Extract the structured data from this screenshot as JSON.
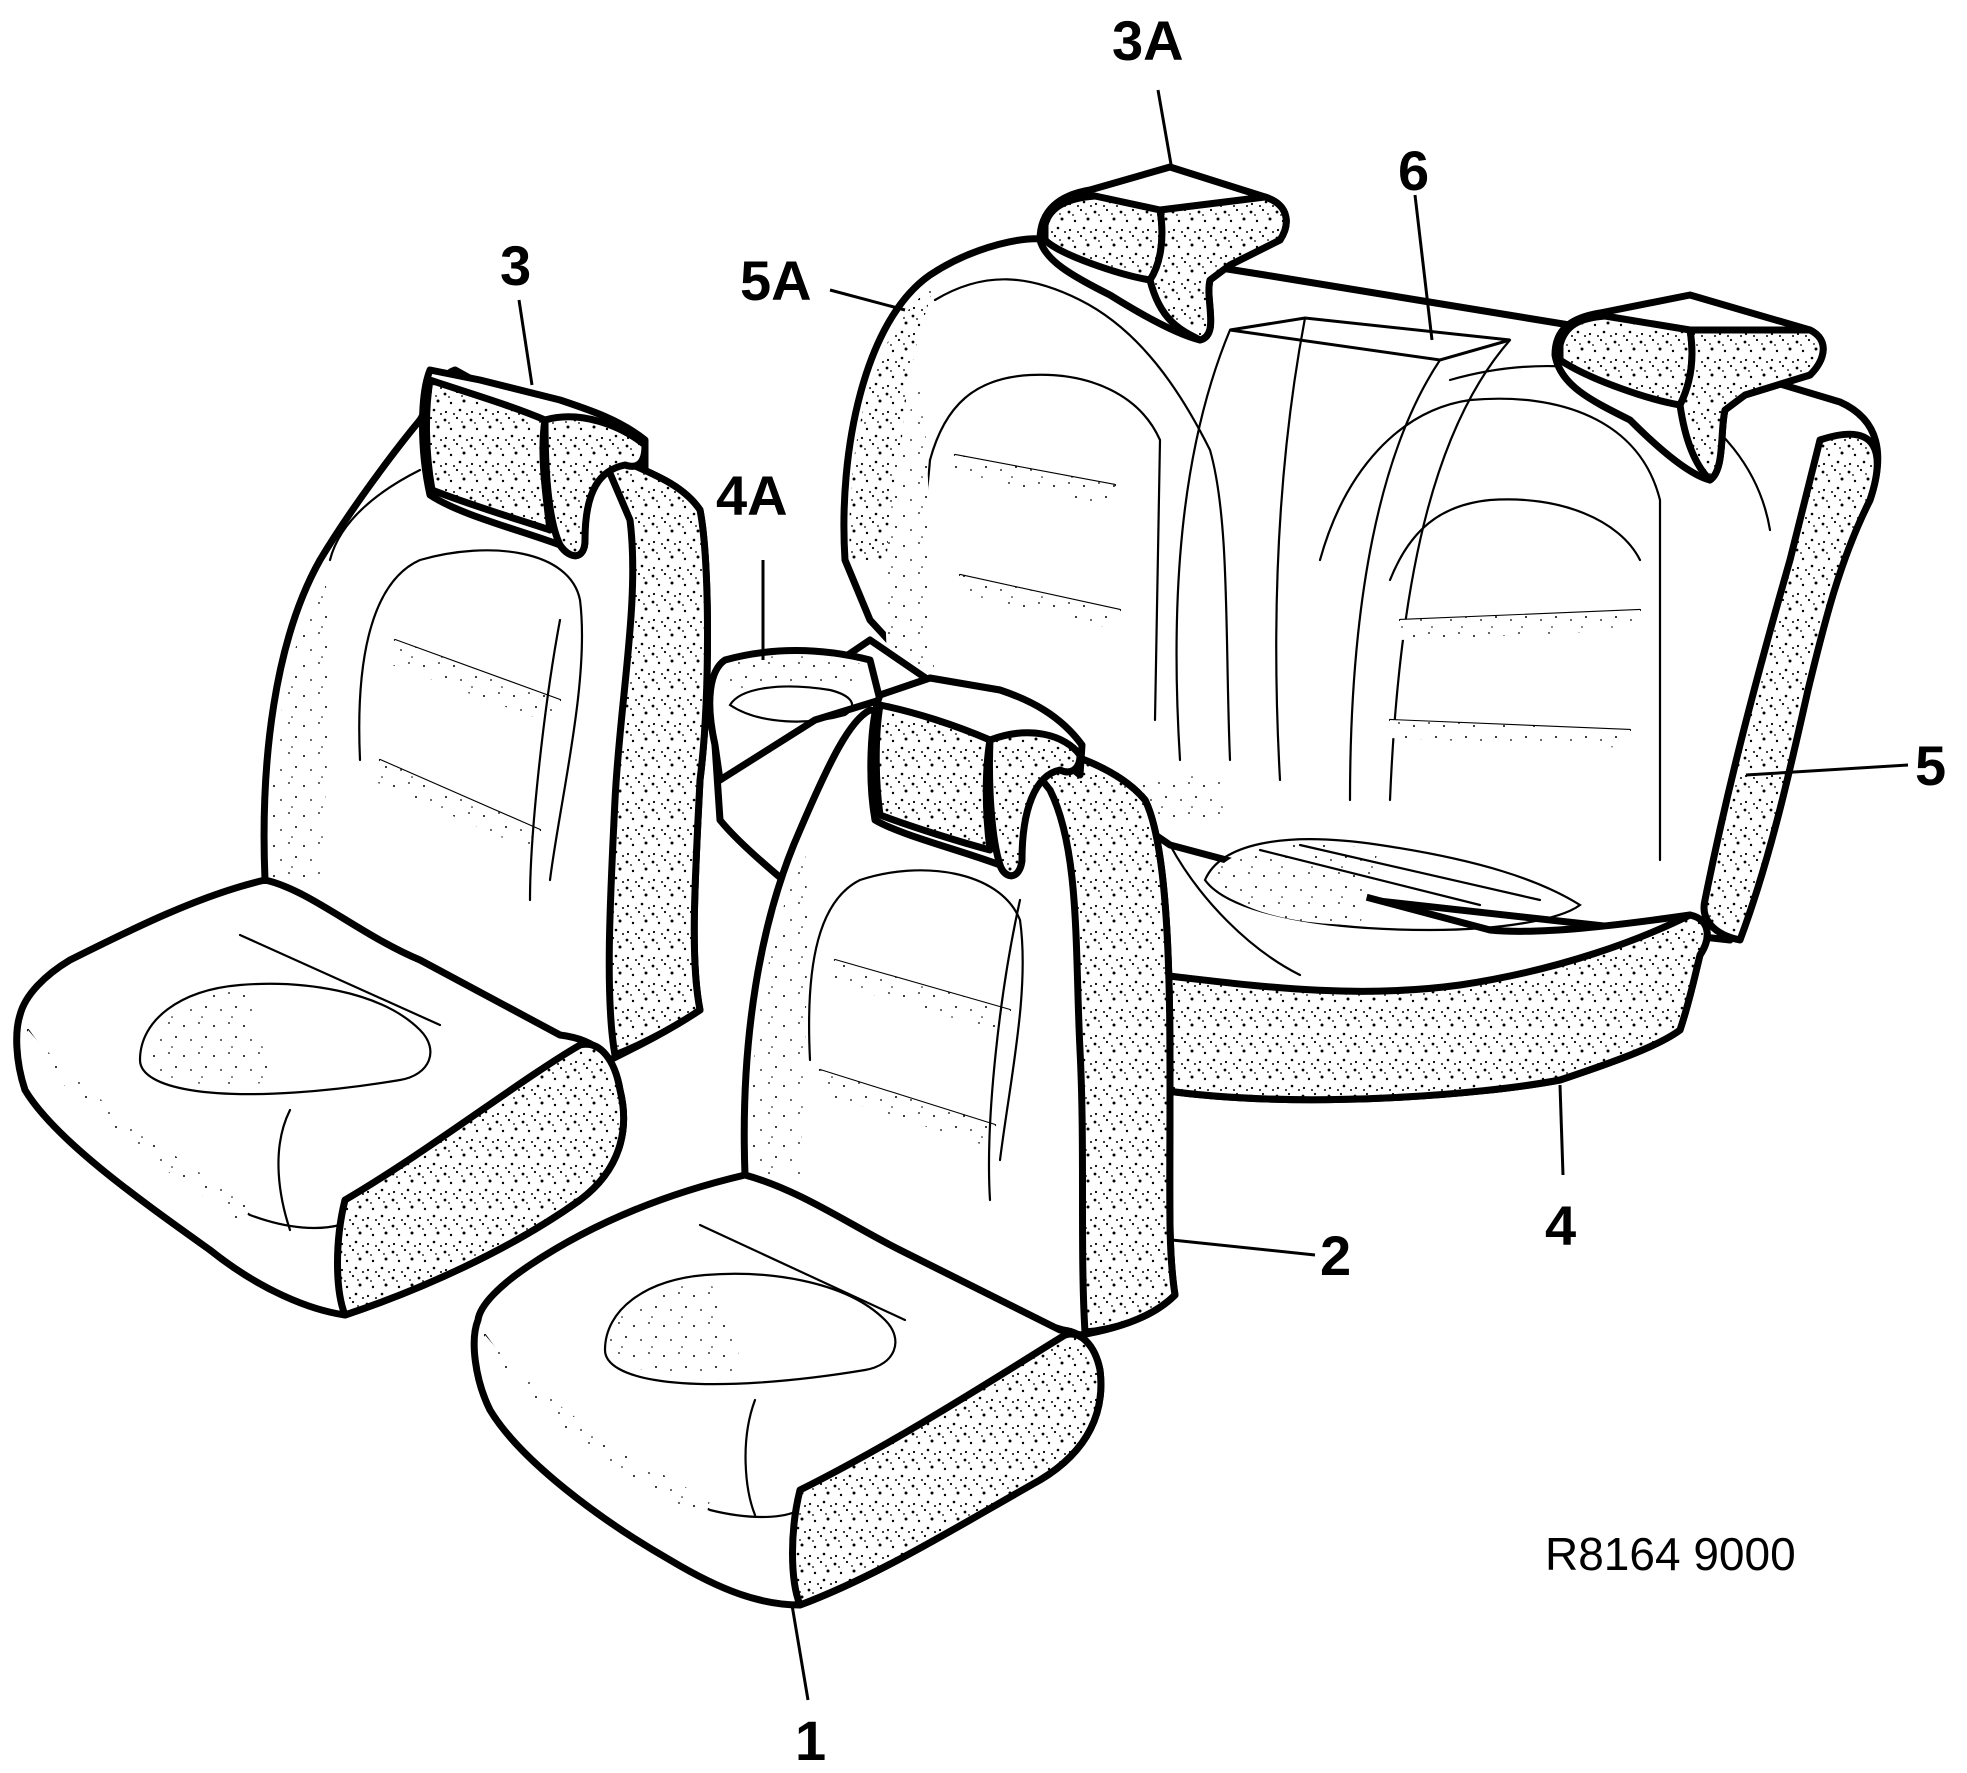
{
  "diagram": {
    "reference_code": "R8164 9000",
    "callouts": {
      "c1": "1",
      "c2": "2",
      "c3": "3",
      "c3a": "3A",
      "c4": "4",
      "c4a": "4A",
      "c5": "5",
      "c5a": "5A",
      "c6": "6"
    }
  }
}
